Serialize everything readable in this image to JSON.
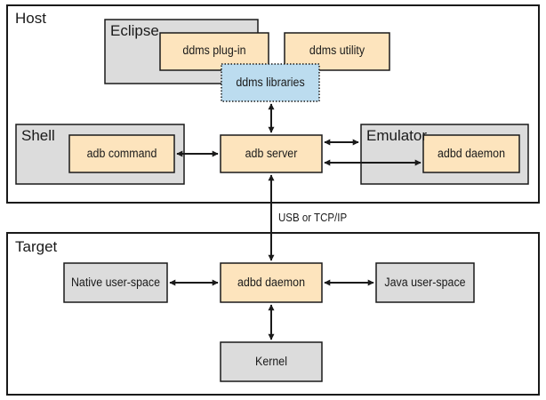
{
  "regions": {
    "host": "Host",
    "eclipse": "Eclipse",
    "shell": "Shell",
    "emulator": "Emulator",
    "target": "Target"
  },
  "boxes": {
    "ddms_plugin": "ddms plug-in",
    "ddms_utility": "ddms utility",
    "ddms_libraries": "ddms libraries",
    "adb_command": "adb command",
    "adb_server": "adb server",
    "emulator_adbd": "adbd daemon",
    "target_adbd": "adbd daemon",
    "native_user_space": "Native user-space",
    "java_user_space": "Java user-space",
    "kernel": "Kernel"
  },
  "edges": {
    "host_target_link": "USB or TCP/IP"
  },
  "colors": {
    "component_fill": "#fde4bd",
    "container_fill": "#dcdcdc",
    "library_fill": "#bcdcef",
    "stroke": "#1a1a1a"
  }
}
